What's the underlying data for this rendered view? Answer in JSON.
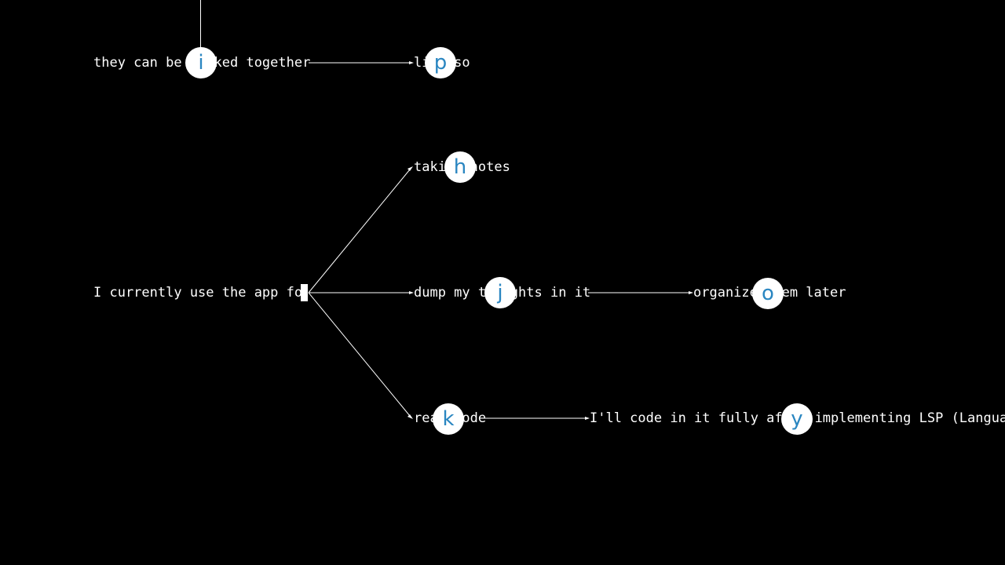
{
  "colors": {
    "background": "#000000",
    "text": "#ffffff",
    "edge": "#ffffff",
    "hint_bg": "#ffffff",
    "hint_fg": "#2a86c1"
  },
  "nodes": {
    "linked_together": "they can be linked together",
    "like_so": "like so",
    "current_use": "I currently use the app fo",
    "taking_notes": "taking notes",
    "dump_thoughts": "dump my thoughts in it",
    "organize_later": "organize them later",
    "read_code": "read code",
    "code_fully": "I'll code in it fully after implementing LSP (Langua"
  },
  "hints": {
    "i": "i",
    "p": "p",
    "h": "h",
    "j": "j",
    "o": "o",
    "k": "k",
    "y": "y"
  }
}
